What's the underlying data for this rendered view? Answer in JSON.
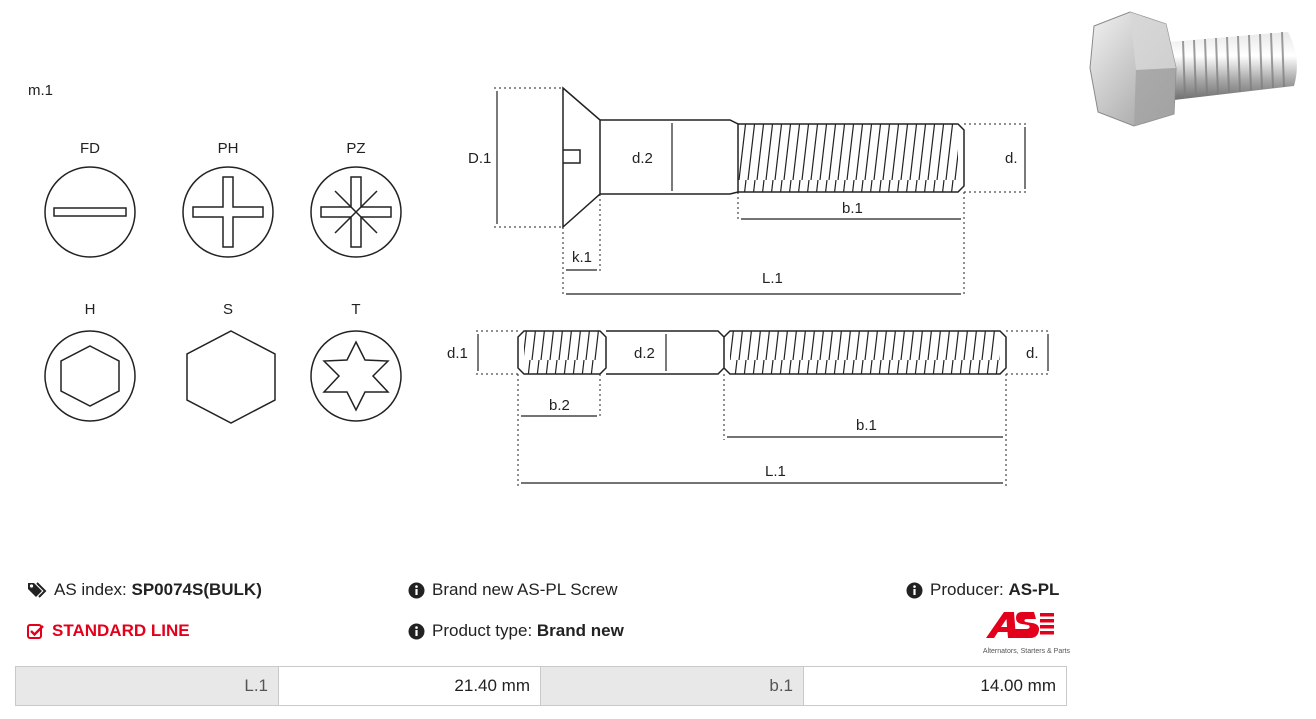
{
  "drawing": {
    "m_label": "m.1",
    "head_types": [
      {
        "code": "FD"
      },
      {
        "code": "PH"
      },
      {
        "code": "PZ"
      },
      {
        "code": "H"
      },
      {
        "code": "S"
      },
      {
        "code": "T"
      }
    ],
    "dim_labels": {
      "D1": "D.1",
      "d2": "d.2",
      "d": "d.",
      "b1": "b.1",
      "k1": "k.1",
      "L1": "L.1",
      "d1": "d.1",
      "b2": "b.2"
    }
  },
  "product": {
    "as_index_label": "AS index:",
    "as_index_value": "SP0074S(BULK)",
    "description": "Brand new AS-PL Screw",
    "producer_label": "Producer:",
    "producer_value": "AS-PL",
    "line": "STANDARD LINE",
    "product_type_label": "Product type:",
    "product_type_value": "Brand new",
    "logo_tagline": "Alternators, Starters & Parts"
  },
  "specs": [
    {
      "label": "L.1",
      "value": "21.40 mm"
    },
    {
      "label": "b.1",
      "value": "14.00 mm"
    }
  ],
  "colors": {
    "brand_red": "#e3001b",
    "text": "#222222",
    "table_label_bg": "#e8e8e8"
  },
  "icons": [
    "tags-icon",
    "info-icon",
    "check-square-icon",
    "bolt-photo"
  ]
}
